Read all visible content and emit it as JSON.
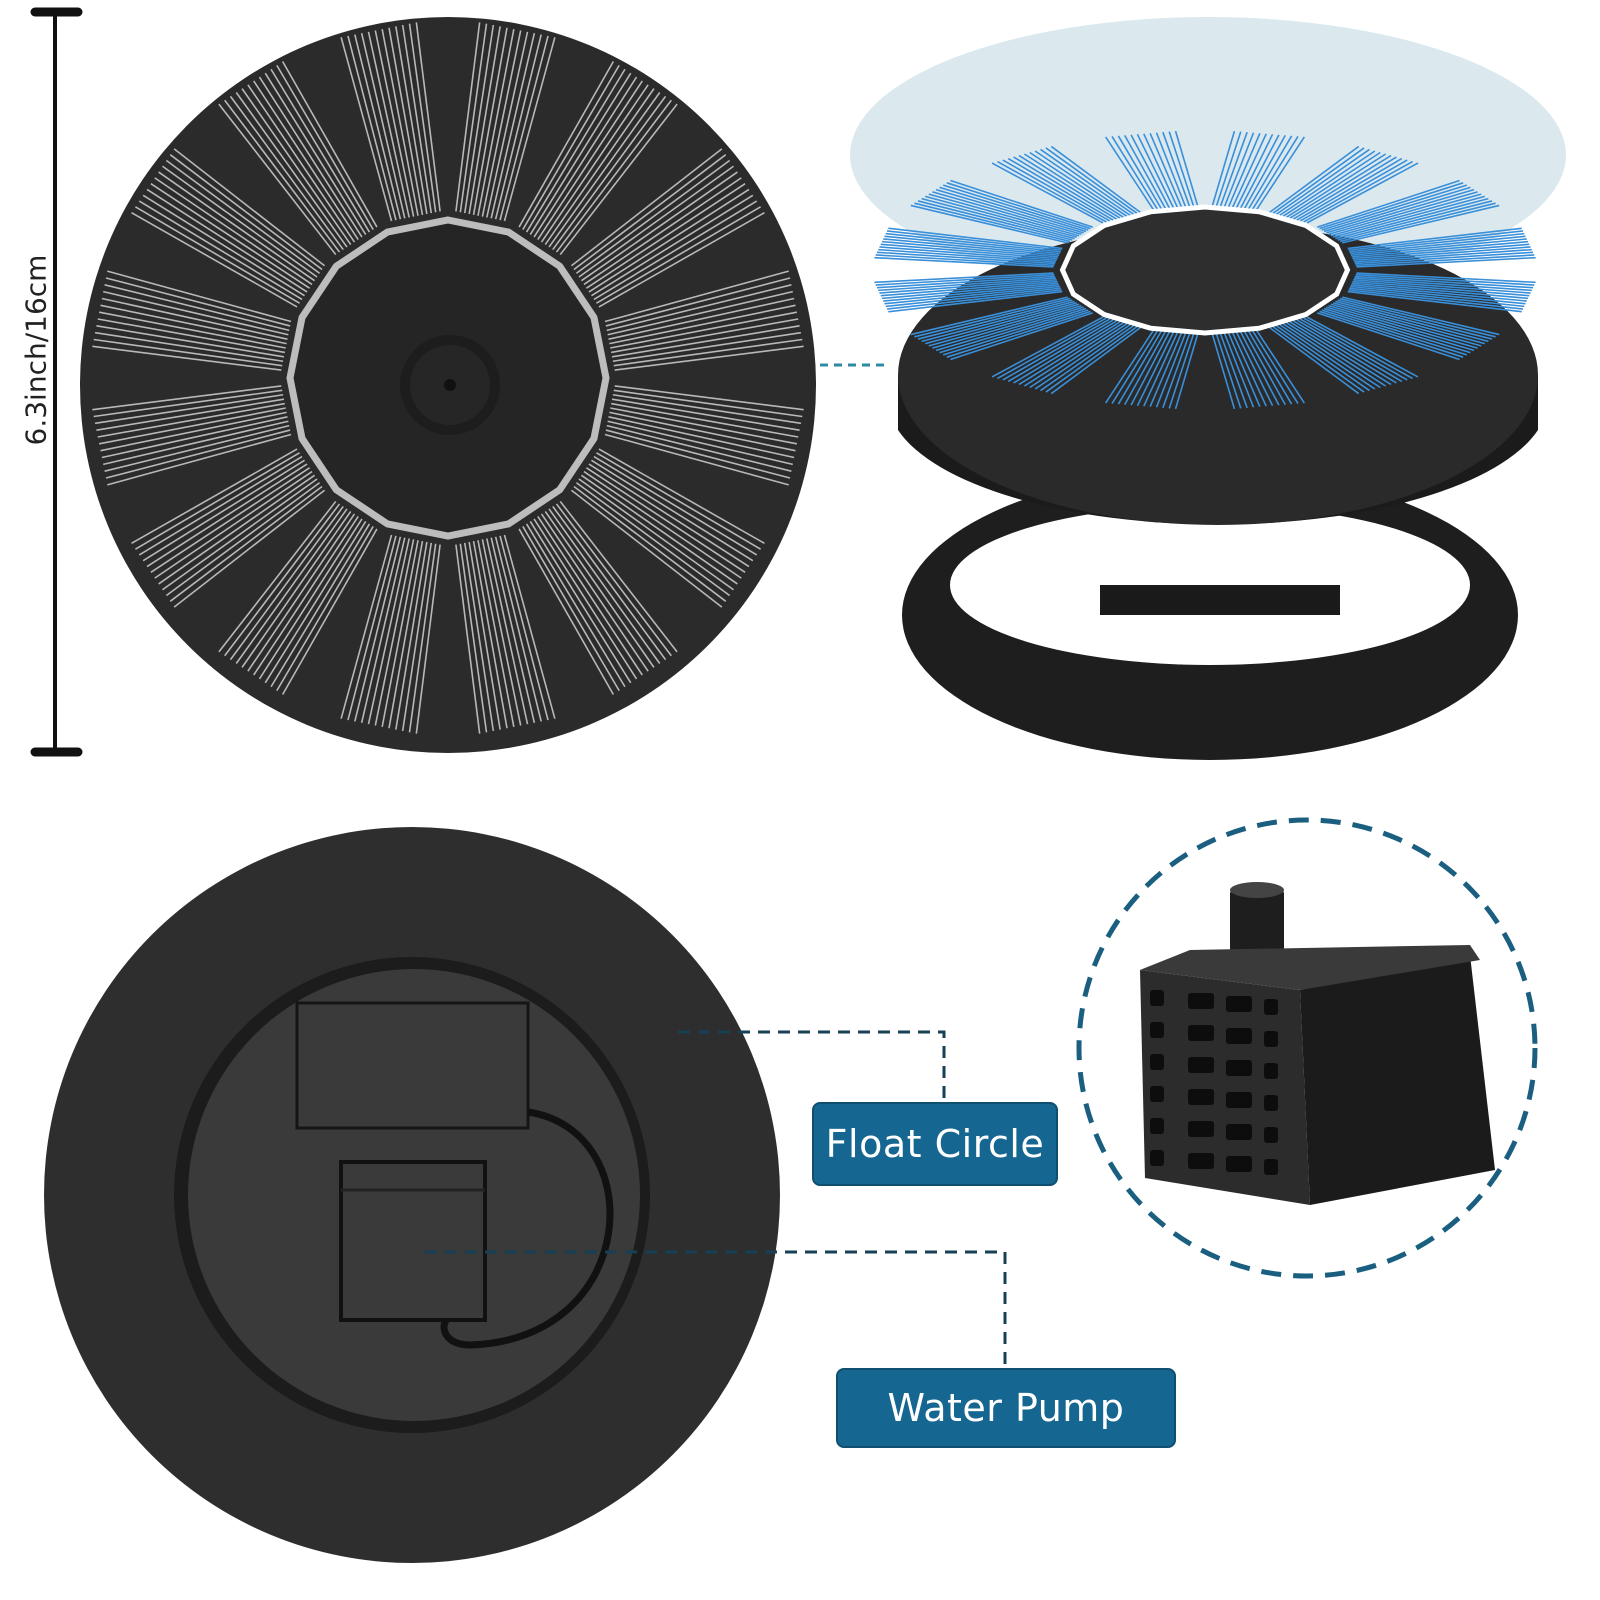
{
  "dimension": {
    "text": "6.3inch/16cm"
  },
  "labels": {
    "float_circle": "Float Circle",
    "water_pump": "Water Pump"
  },
  "colors": {
    "accent": "#156690",
    "dash": "#1a5f80",
    "panel": "#2b2b2b",
    "ray_blue": "#3a8fd9"
  },
  "panel": {
    "ray_count": 16
  }
}
